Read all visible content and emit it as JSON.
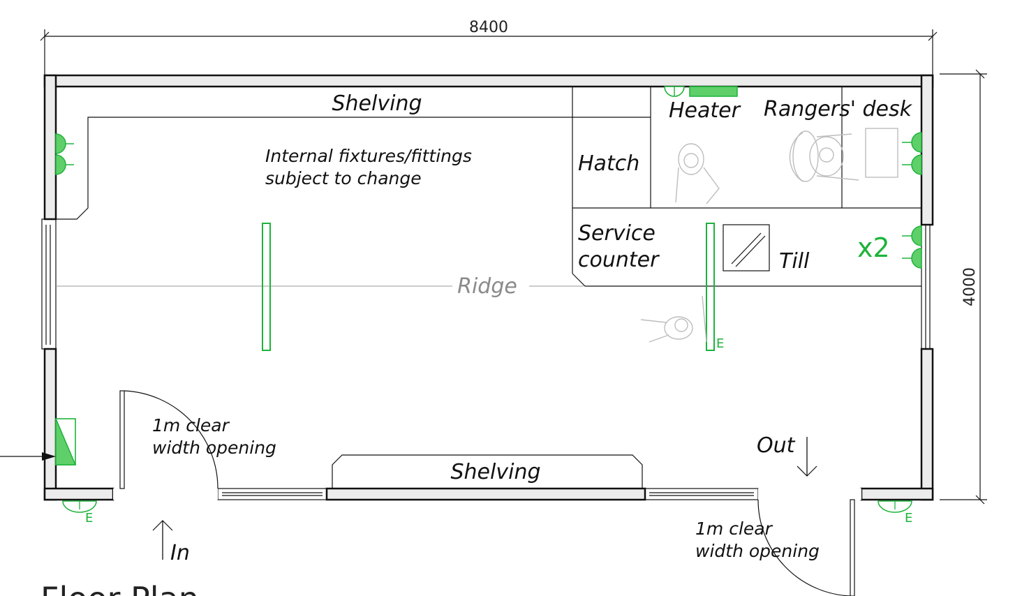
{
  "dimensions": {
    "width": "8400",
    "height": "4000"
  },
  "labels": {
    "shelving_top": "Shelving",
    "shelving_bottom": "Shelving",
    "note_line1": "Internal fixtures/fittings",
    "note_line2": "subject to change",
    "hatch": "Hatch",
    "heater": "Heater",
    "rangers_desk": "Rangers' desk",
    "service_line1": "Service",
    "service_line2": "counter",
    "till": "Till",
    "multiplier": "x2",
    "ridge": "Ridge",
    "opening_left_line1": "1m clear",
    "opening_left_line2": "width opening",
    "opening_right_line1": "1m clear",
    "opening_right_line2": "width opening",
    "in": "In",
    "out": "Out",
    "exit_marks": [
      "E",
      "E",
      "E"
    ],
    "title": "Floor Plan"
  },
  "colors": {
    "fixture_green": "#1db33a",
    "fixture_fill": "#5fcf6a",
    "ghost": "#bdbdbd"
  }
}
